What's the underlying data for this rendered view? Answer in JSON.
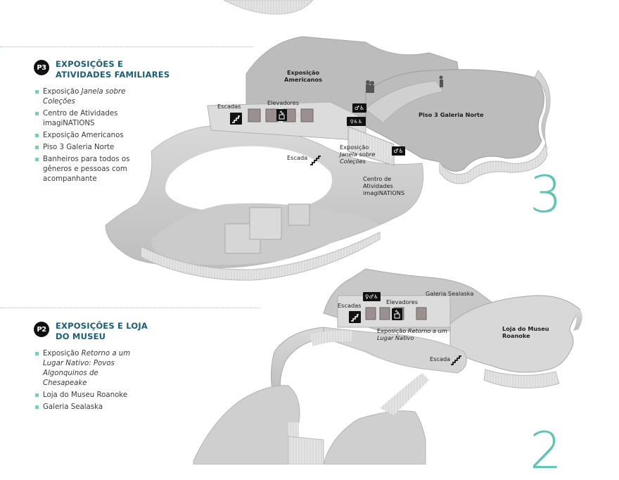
{
  "floor3": {
    "badge": "P3",
    "title_line1": "EXPOSIÇÕES E",
    "title_line2": "ATIVIDADES FAMILIARES",
    "items": [
      {
        "prefix": "Exposição ",
        "italic": "Janela sobre Coleções",
        "suffix": ""
      },
      {
        "prefix": "Centro de Atividades imagiNATIONS",
        "italic": "",
        "suffix": ""
      },
      {
        "prefix": "Exposição Americanos",
        "italic": "",
        "suffix": ""
      },
      {
        "prefix": "Piso 3 Galeria Norte",
        "italic": "",
        "suffix": ""
      },
      {
        "prefix": "Banheiros para todos os gêneros e pessoas com acompanhante",
        "italic": "",
        "suffix": ""
      }
    ],
    "floor_number": "3",
    "map_labels": {
      "americanos_1": "Exposição",
      "americanos_2": "Americanos",
      "escadas": "Escadas",
      "elevadores": "Elevadores",
      "galeria_norte": "Piso 3 Galeria Norte",
      "escada": "Escada",
      "janela_1": "Exposição",
      "janela_2": "Janela sobre",
      "janela_3": "Coleções",
      "centro_1": "Centro de",
      "centro_2": "Atividades",
      "centro_3": "imagiNATIONS"
    },
    "icons": [
      "stairs-icon",
      "elevator-icon",
      "restroom-accessible-icon",
      "family-restroom-icon",
      "restroom-accessible-icon",
      "stairs-icon"
    ]
  },
  "floor2": {
    "badge": "P2",
    "title_line1": "EXPOSIÇÕES E LOJA",
    "title_line2": "DO MUSEU",
    "items": [
      {
        "prefix": "Exposição ",
        "italic": "Retorno a um Lugar Nativo: Povos Algonquinos de Chesapeake",
        "suffix": ""
      },
      {
        "prefix": "Loja do Museu Roanoke",
        "italic": "",
        "suffix": ""
      },
      {
        "prefix": "Galeria Sealaska",
        "italic": "",
        "suffix": ""
      }
    ],
    "floor_number": "2",
    "map_labels": {
      "sealaska": "Galeria Sealaska",
      "escadas": "Escadas",
      "elevadores": "Elevadores",
      "retorno_1": "Exposição",
      "retorno_1b": "Retorno a um",
      "retorno_2": "Lugar Nativo",
      "loja_1": "Loja do Museu",
      "loja_2": "Roanoke",
      "escada": "Escada"
    },
    "icons": [
      "restroom-all-accessible-icon",
      "stairs-icon",
      "elevator-icon",
      "stairs-icon"
    ]
  },
  "colors": {
    "title": "#1a5d75",
    "accent": "#5fc4b4",
    "bullet": "#7fc9bd",
    "divider": "#9fd3cc"
  }
}
